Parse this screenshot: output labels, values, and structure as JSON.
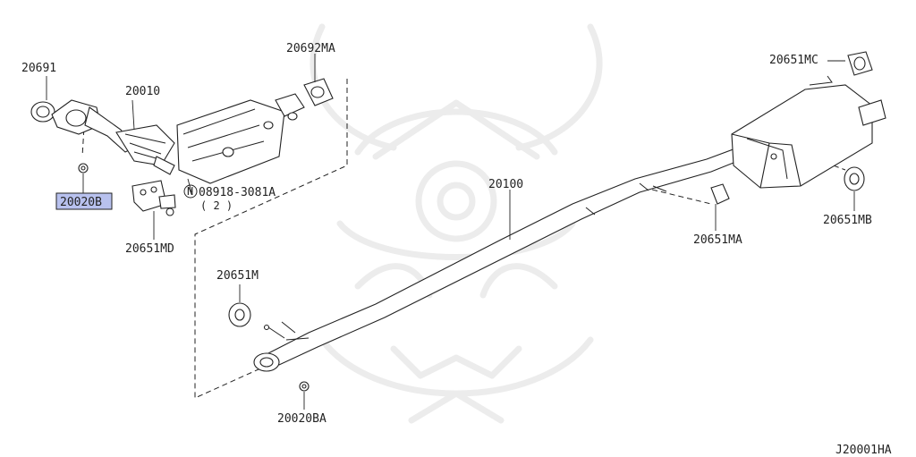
{
  "diagram_code": "J20001HA",
  "labels": {
    "p20691": "20691",
    "p20010": "20010",
    "p20692ma": "20692MA",
    "p20020b": "20020B",
    "bolt": "08918-3081A",
    "bolt_qty": "( 2 )",
    "bolt_prefix": "N",
    "p20651md": "20651MD",
    "p20100": "20100",
    "p20651mc": "20651MC",
    "p20651mb": "20651MB",
    "p20651ma": "20651MA",
    "p20651m": "20651M",
    "p20020ba": "20020BA"
  },
  "colors": {
    "highlight": "#b8c1ee",
    "line": "#222222",
    "watermark": "#ececec"
  }
}
